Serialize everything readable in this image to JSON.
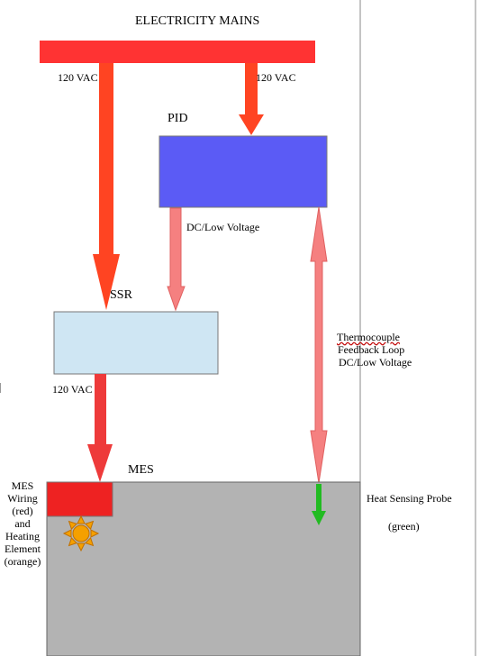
{
  "colors": {
    "mains_bar": "#ff3333",
    "ac_arrow": "#ff4422",
    "ac_arrow_dark": "#ee3a3a",
    "low_voltage_arrow": "#f58080",
    "pid_box": "#5b5bf5",
    "ssr_box": "#cfe6f3",
    "mes_body": "#b3b3b3",
    "mes_wiring": "#ee2222",
    "heating_element": "#f5a000",
    "probe": "#22bb22",
    "border": "#777777"
  },
  "icons": {
    "heating_element": "sun-icon",
    "probe": "arrow-down-icon"
  },
  "labels": {
    "title": "ELECTRICITY MAINS",
    "mains_left_voltage": "120 VAC",
    "mains_right_voltage": "120 VAC",
    "pid": "PID",
    "pid_output": "DC/Low Voltage",
    "ssr": "SSR",
    "ssr_output": "120 VAC",
    "feedback": [
      "Thermocouple",
      "Feedback Loop",
      "DC/Low Voltage"
    ],
    "mes": "MES",
    "mes_wiring": [
      "MES",
      "Wiring",
      "(red)",
      "and",
      "Heating",
      "Element",
      "(orange)"
    ],
    "probe": [
      "Heat Sensing Probe",
      "(green)"
    ]
  }
}
